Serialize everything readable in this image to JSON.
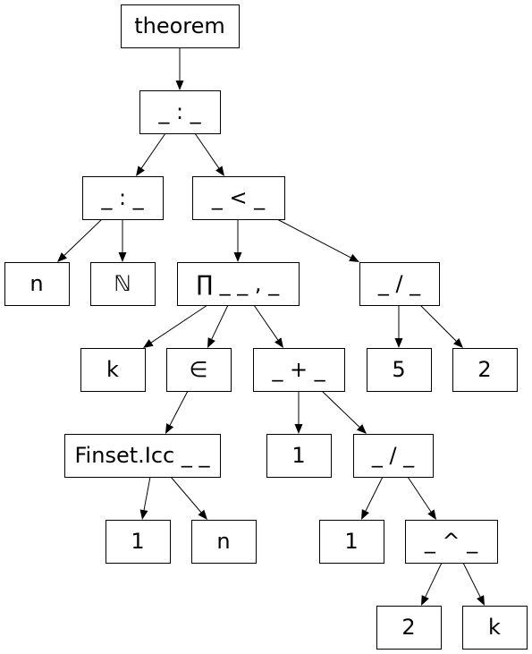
{
  "diagram": {
    "type": "tree",
    "nodes": [
      {
        "id": "n1",
        "label": "theorem"
      },
      {
        "id": "n2",
        "label": "_ : _"
      },
      {
        "id": "n3",
        "label": "_ : _"
      },
      {
        "id": "n4",
        "label": "_ < _"
      },
      {
        "id": "n5",
        "label": "n"
      },
      {
        "id": "n6",
        "label": "ℕ"
      },
      {
        "id": "n7",
        "label": "∏ _ _ , _"
      },
      {
        "id": "n8",
        "label": "_ / _"
      },
      {
        "id": "n9",
        "label": "k"
      },
      {
        "id": "n10",
        "label": "∈"
      },
      {
        "id": "n11",
        "label": "_ + _"
      },
      {
        "id": "n12",
        "label": "5"
      },
      {
        "id": "n13",
        "label": "2"
      },
      {
        "id": "n14",
        "label": "Finset.Icc _ _"
      },
      {
        "id": "n15",
        "label": "1"
      },
      {
        "id": "n16",
        "label": "_ / _"
      },
      {
        "id": "n17",
        "label": "1"
      },
      {
        "id": "n18",
        "label": "n"
      },
      {
        "id": "n19",
        "label": "1"
      },
      {
        "id": "n20",
        "label": "_ ^ _"
      },
      {
        "id": "n21",
        "label": "2"
      },
      {
        "id": "n22",
        "label": "k"
      }
    ],
    "edges": [
      [
        "n1",
        "n2"
      ],
      [
        "n2",
        "n3"
      ],
      [
        "n2",
        "n4"
      ],
      [
        "n3",
        "n5"
      ],
      [
        "n3",
        "n6"
      ],
      [
        "n4",
        "n7"
      ],
      [
        "n4",
        "n8"
      ],
      [
        "n7",
        "n9"
      ],
      [
        "n7",
        "n10"
      ],
      [
        "n7",
        "n11"
      ],
      [
        "n8",
        "n12"
      ],
      [
        "n8",
        "n13"
      ],
      [
        "n10",
        "n14"
      ],
      [
        "n11",
        "n15"
      ],
      [
        "n11",
        "n16"
      ],
      [
        "n14",
        "n17"
      ],
      [
        "n14",
        "n18"
      ],
      [
        "n16",
        "n19"
      ],
      [
        "n16",
        "n20"
      ],
      [
        "n20",
        "n21"
      ],
      [
        "n20",
        "n22"
      ]
    ]
  }
}
